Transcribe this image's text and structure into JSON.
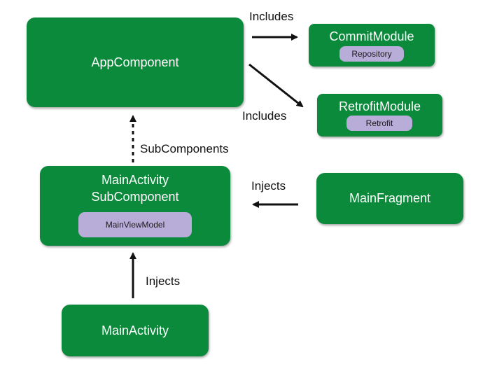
{
  "nodes": {
    "app_component": {
      "title": "AppComponent"
    },
    "commit_module": {
      "title": "CommitModule",
      "chip": "Repository"
    },
    "retrofit_module": {
      "title": "RetrofitModule",
      "chip": "Retrofit"
    },
    "main_activity_subcomponent": {
      "title_line1": "MainActivity",
      "title_line2": "SubComponent",
      "chip": "MainViewModel"
    },
    "main_fragment": {
      "title": "MainFragment"
    },
    "main_activity": {
      "title": "MainActivity"
    }
  },
  "edges": {
    "includes_commit": "Includes",
    "includes_retrofit": "Includes",
    "subcomponents": "SubComponents",
    "injects_fragment": "Injects",
    "injects_activity": "Injects"
  },
  "colors": {
    "node_fill": "#0b8a3c",
    "chip_fill": "#b8acd8",
    "arrow": "#111111"
  }
}
